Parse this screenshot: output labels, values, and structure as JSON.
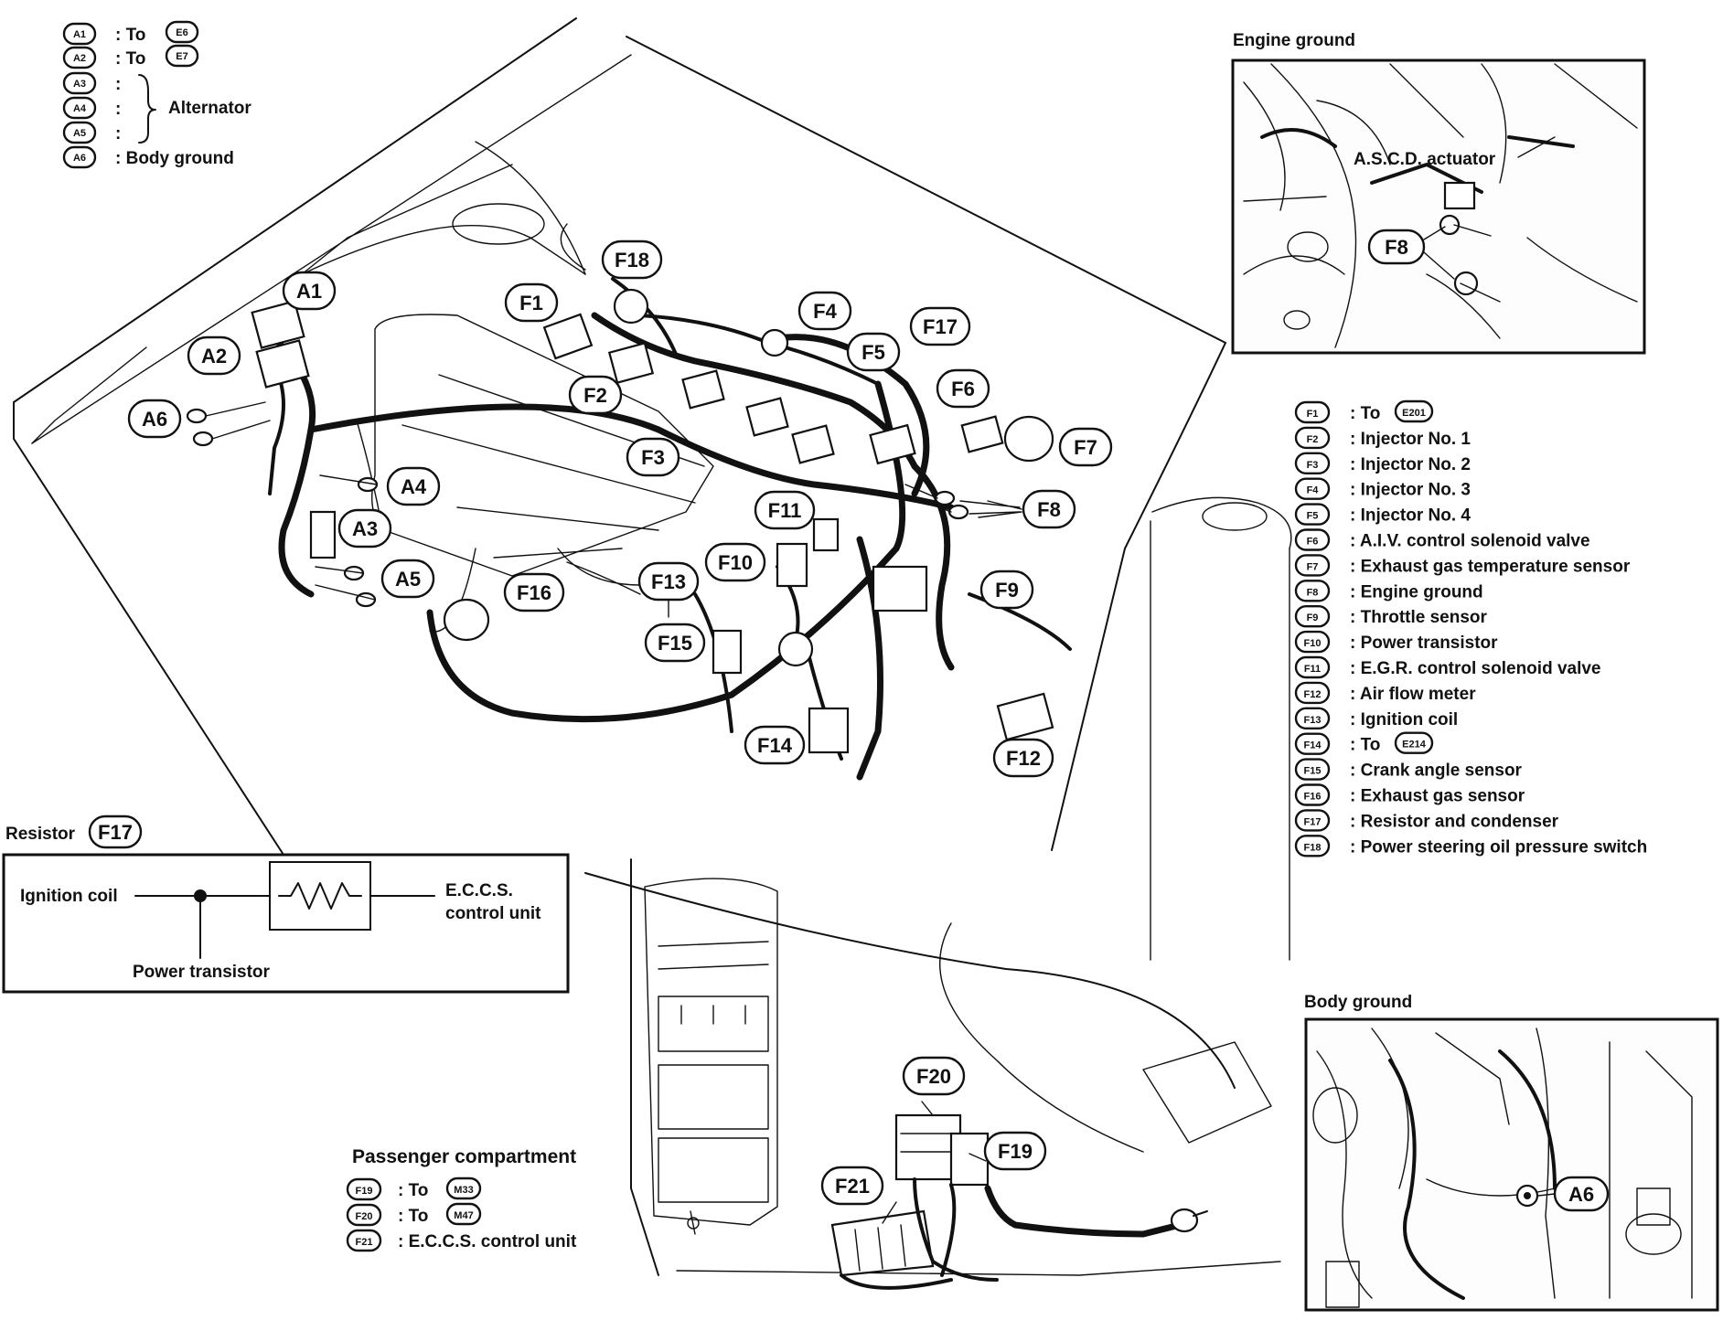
{
  "alternator_legend": {
    "rows": [
      {
        "badge": "A1",
        "text": ": To",
        "ref": "E6"
      },
      {
        "badge": "A2",
        "text": ": To",
        "ref": "E7"
      },
      {
        "badge": "A3",
        "text": ":"
      },
      {
        "badge": "A4",
        "text": ":"
      },
      {
        "badge": "A5",
        "text": ":"
      },
      {
        "badge": "A6",
        "text": ":  Body ground"
      }
    ],
    "group_label": "Alternator"
  },
  "engine_ground_inset": {
    "title": "Engine ground",
    "actuator_label": "A.S.C.D. actuator",
    "badge": "F8"
  },
  "body_ground_inset": {
    "title": "Body ground",
    "badge": "A6"
  },
  "engine_labels": [
    "A1",
    "A2",
    "A6",
    "A4",
    "A3",
    "A5",
    "F1",
    "F18",
    "F2",
    "F3",
    "F4",
    "F5",
    "F17",
    "F6",
    "F7",
    "F8",
    "F11",
    "F10",
    "F9",
    "F13",
    "F15",
    "F16",
    "F14",
    "F12"
  ],
  "harness_legend": [
    {
      "badge": "F1",
      "text": ":  To",
      "ref": "E201"
    },
    {
      "badge": "F2",
      "text": ":  Injector No. 1"
    },
    {
      "badge": "F3",
      "text": ":  Injector No. 2"
    },
    {
      "badge": "F4",
      "text": ":  Injector No. 3"
    },
    {
      "badge": "F5",
      "text": ":  Injector No. 4"
    },
    {
      "badge": "F6",
      "text": ":  A.I.V. control solenoid valve"
    },
    {
      "badge": "F7",
      "text": ":  Exhaust gas temperature sensor"
    },
    {
      "badge": "F8",
      "text": ":  Engine ground"
    },
    {
      "badge": "F9",
      "text": ":  Throttle sensor"
    },
    {
      "badge": "F10",
      "text": ":  Power transistor"
    },
    {
      "badge": "F11",
      "text": ":  E.G.R. control solenoid valve"
    },
    {
      "badge": "F12",
      "text": ":  Air flow meter"
    },
    {
      "badge": "F13",
      "text": ":  Ignition coil"
    },
    {
      "badge": "F14",
      "text": ":  To",
      "ref": "E214"
    },
    {
      "badge": "F15",
      "text": ":  Crank angle sensor"
    },
    {
      "badge": "F16",
      "text": ":  Exhaust gas sensor"
    },
    {
      "badge": "F17",
      "text": ":  Resistor and condenser"
    },
    {
      "badge": "F18",
      "text": ":  Power steering oil pressure switch"
    }
  ],
  "resistor_diagram": {
    "title": "Resistor",
    "badge": "F17",
    "left_label": "Ignition coil",
    "bottom_label": "Power transistor",
    "right_label_line1": "E.C.C.S.",
    "right_label_line2": "control unit"
  },
  "passenger": {
    "title": "Passenger compartment",
    "rows": [
      {
        "badge": "F19",
        "text": ":  To",
        "ref": "M33"
      },
      {
        "badge": "F20",
        "text": ":  To",
        "ref": "M47"
      },
      {
        "badge": "F21",
        "text": ":  E.C.C.S. control unit"
      }
    ],
    "labels": [
      "F20",
      "F19",
      "F21"
    ]
  }
}
